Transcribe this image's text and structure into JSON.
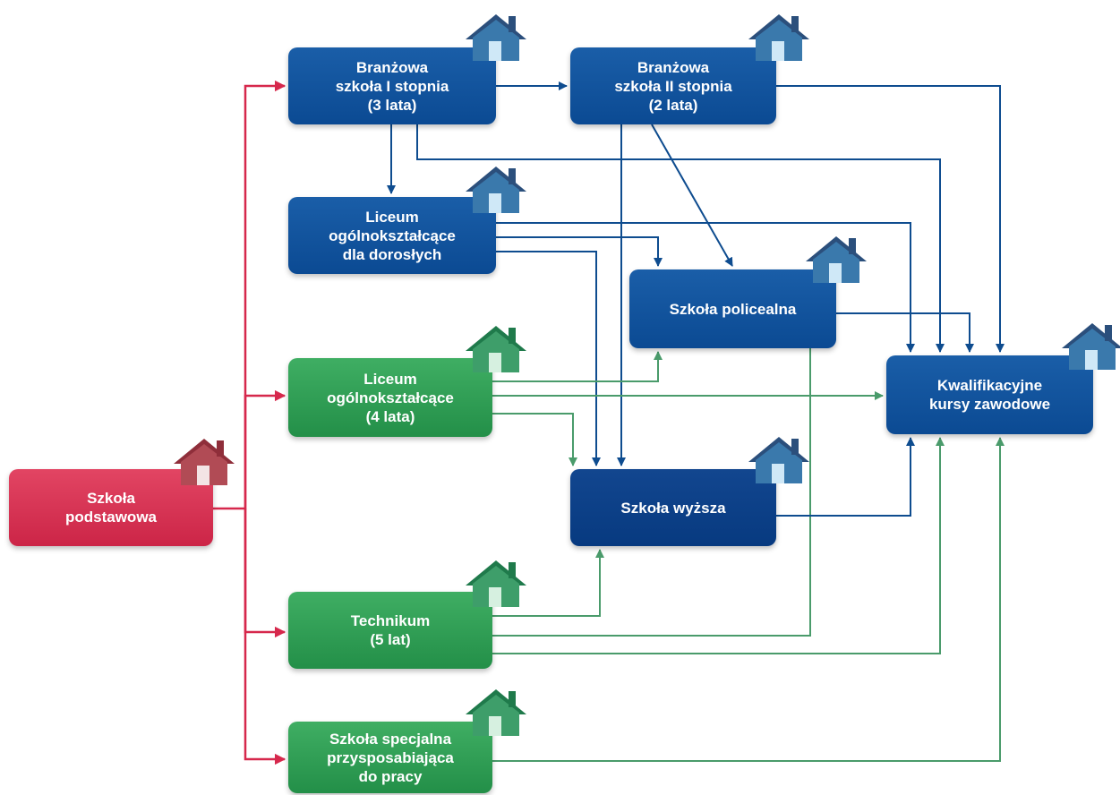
{
  "colors": {
    "blue": "#0b4a93",
    "dark_blue": "#073a80",
    "green": "#2d9a50",
    "red": "#d42f51",
    "arrow_blue": "#0e4c8f",
    "arrow_green": "#4a9b6b",
    "arrow_red": "#d6284c"
  },
  "nodes": {
    "podstawowa": {
      "label": "Szkoła\npodstawowa",
      "icon": "house-icon"
    },
    "branzowa1": {
      "label": "Branżowa\nszkoła I stopnia\n(3 lata)",
      "icon": "house-icon"
    },
    "branzowa2": {
      "label": "Branżowa\nszkoła II stopnia\n(2 lata)",
      "icon": "house-icon"
    },
    "liceum_dorosli": {
      "label": "Liceum\nogólnokształcące\ndla dorosłych",
      "icon": "house-icon"
    },
    "policealna": {
      "label": "Szkoła policealna",
      "icon": "house-icon"
    },
    "liceum": {
      "label": "Liceum\nogólnokształcące\n(4 lata)",
      "icon": "house-icon"
    },
    "kursy": {
      "label": "Kwalifikacyjne\nkursy zawodowe",
      "icon": "house-icon"
    },
    "wyzsza": {
      "label": "Szkoła wyższa",
      "icon": "house-icon"
    },
    "technikum": {
      "label": "Technikum\n(5 lat)",
      "icon": "house-icon"
    },
    "specjalna": {
      "label": "Szkoła specjalna\nprzysposabiająca\ndo pracy",
      "icon": "house-icon"
    }
  },
  "edges": [
    {
      "from": "podstawowa",
      "to": "branzowa1",
      "color": "red"
    },
    {
      "from": "podstawowa",
      "to": "liceum",
      "color": "red"
    },
    {
      "from": "podstawowa",
      "to": "technikum",
      "color": "red"
    },
    {
      "from": "podstawowa",
      "to": "specjalna",
      "color": "red"
    },
    {
      "from": "branzowa1",
      "to": "branzowa2",
      "color": "blue"
    },
    {
      "from": "branzowa1",
      "to": "liceum_dorosli",
      "color": "blue"
    },
    {
      "from": "branzowa1",
      "to": "kursy",
      "color": "blue"
    },
    {
      "from": "branzowa2",
      "to": "kursy",
      "color": "blue"
    },
    {
      "from": "branzowa2",
      "to": "wyzsza",
      "color": "blue"
    },
    {
      "from": "branzowa2",
      "to": "policealna",
      "color": "blue"
    },
    {
      "from": "liceum_dorosli",
      "to": "kursy",
      "color": "blue"
    },
    {
      "from": "liceum_dorosli",
      "to": "policealna",
      "color": "blue"
    },
    {
      "from": "liceum_dorosli",
      "to": "wyzsza",
      "color": "blue"
    },
    {
      "from": "policealna",
      "to": "kursy",
      "color": "blue"
    },
    {
      "from": "wyzsza",
      "to": "kursy",
      "color": "blue"
    },
    {
      "from": "liceum",
      "to": "policealna",
      "color": "green"
    },
    {
      "from": "liceum",
      "to": "kursy",
      "color": "green"
    },
    {
      "from": "liceum",
      "to": "wyzsza",
      "color": "green"
    },
    {
      "from": "technikum",
      "to": "wyzsza",
      "color": "green"
    },
    {
      "from": "technikum",
      "to": "kursy",
      "color": "green"
    },
    {
      "from": "specjalna",
      "to": "kursy",
      "color": "green"
    }
  ]
}
